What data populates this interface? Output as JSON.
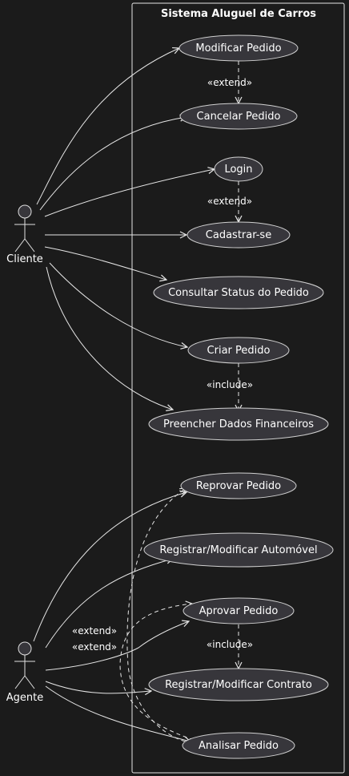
{
  "system": {
    "title": "Sistema Aluguel de Carros"
  },
  "actors": {
    "cliente": "Cliente",
    "agente": "Agente"
  },
  "use_cases": {
    "modificar_pedido": "Modificar Pedido",
    "cancelar_pedido": "Cancelar Pedido",
    "login": "Login",
    "cadastrar_se": "Cadastrar-se",
    "consultar_status": "Consultar Status do Pedido",
    "criar_pedido": "Criar Pedido",
    "preencher_dados": "Preencher Dados Financeiros",
    "reprovar_pedido": "Reprovar Pedido",
    "registrar_automovel": "Registrar/Modificar Automóvel",
    "aprovar_pedido": "Aprovar Pedido",
    "registrar_contrato": "Registrar/Modificar Contrato",
    "analisar_pedido": "Analisar Pedido"
  },
  "relations": {
    "extend_modificar": "«extend»",
    "extend_login": "«extend»",
    "include_criar": "«include»",
    "extend_reprovar": "«extend»",
    "extend_aprovar": "«extend»",
    "include_aprovar": "«include»"
  }
}
